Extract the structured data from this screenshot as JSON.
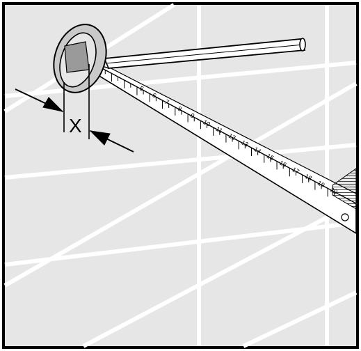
{
  "figure": {
    "colors": {
      "wall_background": "#e6e6e6",
      "tile_grout": "#ffffff",
      "line_art": "#000000",
      "tape_fill": "#ffffff",
      "ring_shade": "#9a9a9a",
      "ring_highlight": "#c9c9c9"
    },
    "tape_measure": {
      "tick_labels": [
        "5",
        "6",
        "7",
        "8",
        "9",
        "10",
        "11",
        "12",
        "13",
        "14",
        "15",
        "16",
        "17",
        "18",
        "19",
        "20"
      ]
    },
    "dimension": {
      "label": "X"
    },
    "icons": {
      "ring_fitting": "ring-fitting-icon",
      "pencil": "pencil-icon",
      "arrow_left": "arrow-right-pointing-icon",
      "arrow_right": "arrow-left-pointing-icon"
    }
  }
}
